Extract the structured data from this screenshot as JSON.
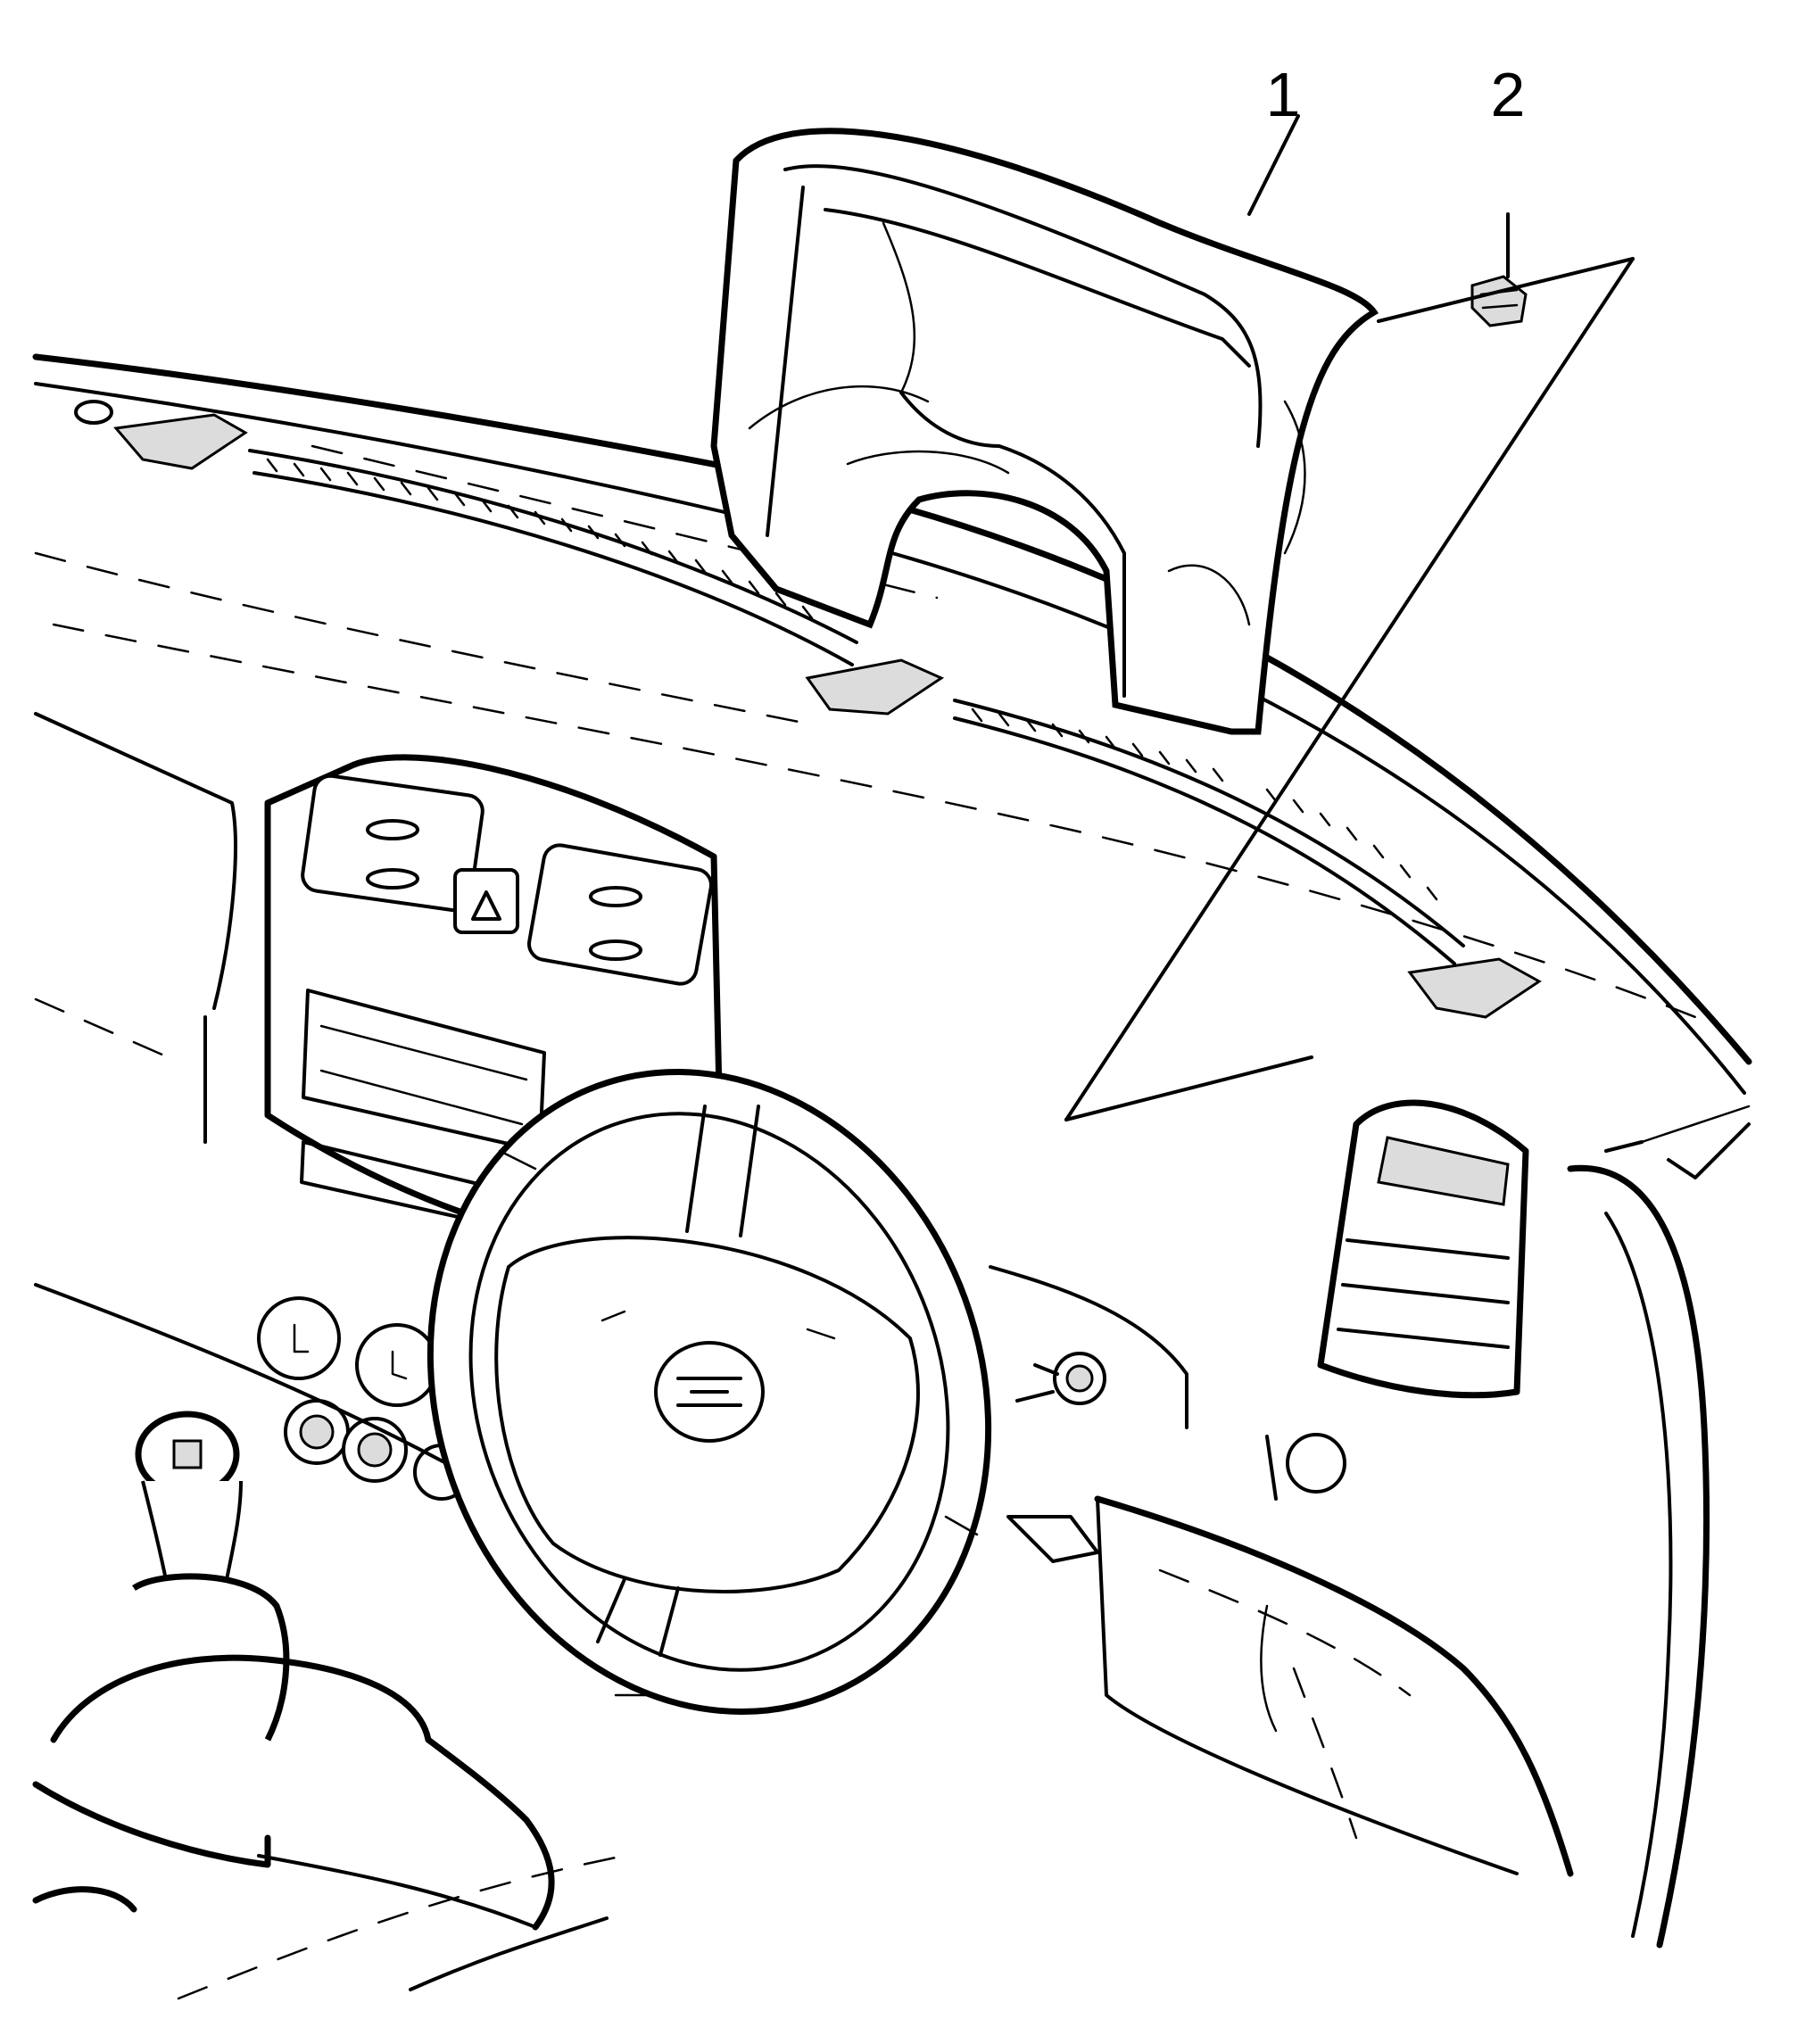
{
  "callouts": [
    {
      "id": "1",
      "label": "1"
    },
    {
      "id": "2",
      "label": "2"
    }
  ],
  "colors": {
    "ink": "#000000",
    "paper": "#ffffff",
    "shade": "#dcdcdc"
  }
}
